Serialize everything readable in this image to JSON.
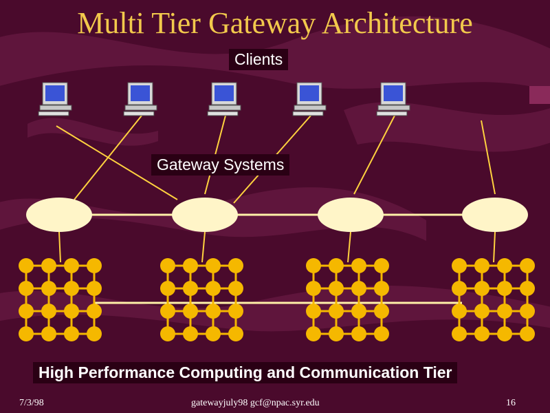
{
  "slide": {
    "title": "Multi Tier Gateway Architecture",
    "clients_label": "Clients",
    "gateway_label": "Gateway Systems",
    "hpcc_label": "High Performance Computing and Communication Tier"
  },
  "footer": {
    "date": "7/3/98",
    "file_email": "gatewayjuly98    gcf@npac.syr.edu",
    "page": "16"
  },
  "colors": {
    "background": "#4a0a2c",
    "swirl": "#7a2350",
    "title": "#f2c94c",
    "node": "#f5b800",
    "gateway": "#fff5c8",
    "line": "#ffd23f",
    "bus": "#fff1a8"
  },
  "diagram": {
    "client_count": 5,
    "gateway_count": 4,
    "cluster_count": 4,
    "cluster_grid": "4x4",
    "client_icon": "computer-icon"
  }
}
